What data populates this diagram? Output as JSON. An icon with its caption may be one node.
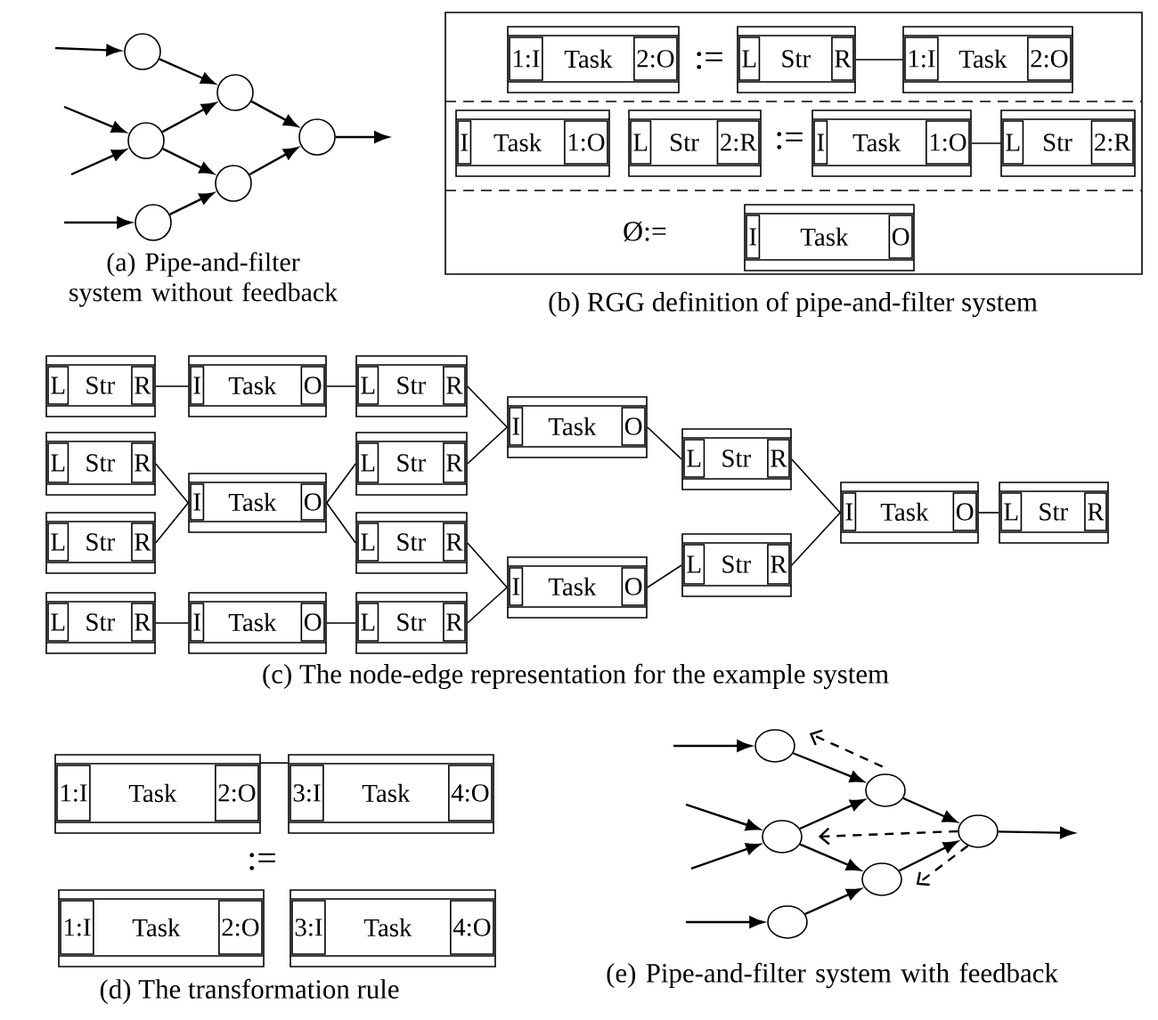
{
  "diagram": {
    "nodes": [
      {
        "text": [],
        "shape": "circle"
      },
      {
        "text": [],
        "shape": "circle"
      },
      {
        "text": [],
        "shape": "circle"
      },
      {
        "text": [],
        "shape": "circle"
      },
      {
        "text": [],
        "shape": "circle"
      },
      {
        "text": [],
        "shape": "circle"
      },
      {
        "text": [],
        "shape": "box"
      },
      {
        "text": [
          "1:I",
          "Task",
          "2:O"
        ],
        "in": 6
      },
      {
        "text": [
          "L",
          "Str",
          "R"
        ],
        "in": 6
      },
      {
        "text": [
          "1:I",
          "Task",
          "2:O"
        ],
        "in": 6
      },
      {
        "text": [
          "I",
          "Task",
          "1:O"
        ],
        "in": 6
      },
      {
        "text": [
          "L",
          "Str",
          "2:R"
        ],
        "in": 6
      },
      {
        "text": [
          "I",
          "Task",
          "1:O"
        ],
        "in": 6
      },
      {
        "text": [
          "L",
          "Str",
          "2:R"
        ],
        "in": 6
      },
      {
        "text": [
          "I",
          "Task",
          "O"
        ],
        "in": 6
      },
      {
        "text": [
          "L",
          "Str",
          "R"
        ]
      },
      {
        "text": [
          "L",
          "Str",
          "R"
        ]
      },
      {
        "text": [
          "L",
          "Str",
          "R"
        ]
      },
      {
        "text": [
          "L",
          "Str",
          "R"
        ]
      },
      {
        "text": [
          "I",
          "Task",
          "O"
        ]
      },
      {
        "text": [
          "I",
          "Task",
          "O"
        ]
      },
      {
        "text": [
          "I",
          "Task",
          "O"
        ]
      },
      {
        "text": [
          "L",
          "Str",
          "R"
        ]
      },
      {
        "text": [
          "L",
          "Str",
          "R"
        ]
      },
      {
        "text": [
          "L",
          "Str",
          "R"
        ]
      },
      {
        "text": [
          "L",
          "Str",
          "R"
        ]
      },
      {
        "text": [
          "I",
          "Task",
          "O"
        ]
      },
      {
        "text": [
          "I",
          "Task",
          "O"
        ]
      },
      {
        "text": [
          "L",
          "Str",
          "R"
        ]
      },
      {
        "text": [
          "L",
          "Str",
          "R"
        ]
      },
      {
        "text": [
          "I",
          "Task",
          "O"
        ]
      },
      {
        "text": [
          "L",
          "Str",
          "R"
        ]
      },
      {
        "text": [
          "1:I",
          "Task",
          "2:O"
        ]
      },
      {
        "text": [
          "3:I",
          "Task",
          "4:O"
        ]
      },
      {
        "text": [
          "1:I",
          "Task",
          "2:O"
        ]
      },
      {
        "text": [
          "3:I",
          "Task",
          "4:O"
        ]
      },
      {
        "text": [],
        "shape": "ellipse"
      },
      {
        "text": [],
        "shape": "ellipse"
      },
      {
        "text": [],
        "shape": "ellipse"
      },
      {
        "text": [],
        "shape": "ellipse"
      },
      {
        "text": [],
        "shape": "ellipse"
      },
      {
        "text": [],
        "shape": "ellipse"
      }
    ],
    "edges": [
      {
        "from": null,
        "to": 0,
        "arrow": "to"
      },
      {
        "from": null,
        "to": 1,
        "arrow": "to"
      },
      {
        "from": null,
        "to": 1,
        "arrow": "to"
      },
      {
        "from": null,
        "to": 2,
        "arrow": "to"
      },
      {
        "from": 0,
        "to": 3,
        "arrow": "to"
      },
      {
        "from": 1,
        "to": 3,
        "arrow": "to"
      },
      {
        "from": 1,
        "to": 4,
        "arrow": "to"
      },
      {
        "from": 2,
        "to": 4,
        "arrow": "to"
      },
      {
        "from": 3,
        "to": 5,
        "arrow": "to"
      },
      {
        "from": 4,
        "to": 5,
        "arrow": "to"
      },
      {
        "from": 5,
        "to": null,
        "arrow": "to"
      },
      {
        "from": 8,
        "to": 9,
        "arrow": "none"
      },
      {
        "from": 12,
        "to": 13,
        "arrow": "none"
      },
      {
        "from": 15,
        "to": 19,
        "arrow": "none"
      },
      {
        "from": 16,
        "to": 20,
        "arrow": "none"
      },
      {
        "from": 17,
        "to": 20,
        "arrow": "none"
      },
      {
        "from": 18,
        "to": 21,
        "arrow": "none"
      },
      {
        "from": 19,
        "to": 22,
        "arrow": "none"
      },
      {
        "from": 20,
        "to": 23,
        "arrow": "none"
      },
      {
        "from": 20,
        "to": 24,
        "arrow": "none"
      },
      {
        "from": 21,
        "to": 25,
        "arrow": "none"
      },
      {
        "from": 22,
        "to": 26,
        "arrow": "none"
      },
      {
        "from": 23,
        "to": 26,
        "arrow": "none"
      },
      {
        "from": 24,
        "to": 27,
        "arrow": "none"
      },
      {
        "from": 25,
        "to": 27,
        "arrow": "none"
      },
      {
        "from": 26,
        "to": 28,
        "arrow": "none"
      },
      {
        "from": 27,
        "to": 29,
        "arrow": "none"
      },
      {
        "from": 28,
        "to": 30,
        "arrow": "none"
      },
      {
        "from": 29,
        "to": 30,
        "arrow": "none"
      },
      {
        "from": 30,
        "to": 31,
        "arrow": "none"
      },
      {
        "from": 32,
        "to": 33,
        "arrow": "none"
      },
      {
        "from": null,
        "to": 36,
        "arrow": "to"
      },
      {
        "from": null,
        "to": 37,
        "arrow": "to"
      },
      {
        "from": null,
        "to": 37,
        "arrow": "to"
      },
      {
        "from": null,
        "to": 38,
        "arrow": "to"
      },
      {
        "from": 36,
        "to": 39,
        "arrow": "to"
      },
      {
        "from": 37,
        "to": 39,
        "arrow": "to"
      },
      {
        "from": 37,
        "to": 40,
        "arrow": "to"
      },
      {
        "from": 38,
        "to": 40,
        "arrow": "to"
      },
      {
        "from": 39,
        "to": 41,
        "arrow": "to"
      },
      {
        "from": 40,
        "to": 41,
        "arrow": "to"
      },
      {
        "from": 41,
        "to": null,
        "arrow": "to"
      },
      {
        "from": 39,
        "to": 36,
        "arrow": "to",
        "style": "dashed"
      },
      {
        "from": 41,
        "to": 37,
        "arrow": "to",
        "style": "dashed"
      },
      {
        "from": 41,
        "to": 40,
        "arrow": "to",
        "style": "dashed"
      }
    ],
    "labels": [
      ":=",
      ":=",
      "Ø:=",
      "(a) Pipe-and-filter system without feedback",
      "(b) RGG definition of pipe-and-filter system",
      "(c) The node-edge representation for the example system",
      ":=",
      "(d) The transformation rule",
      "(e) Pipe-and-filter system with feedback"
    ]
  }
}
